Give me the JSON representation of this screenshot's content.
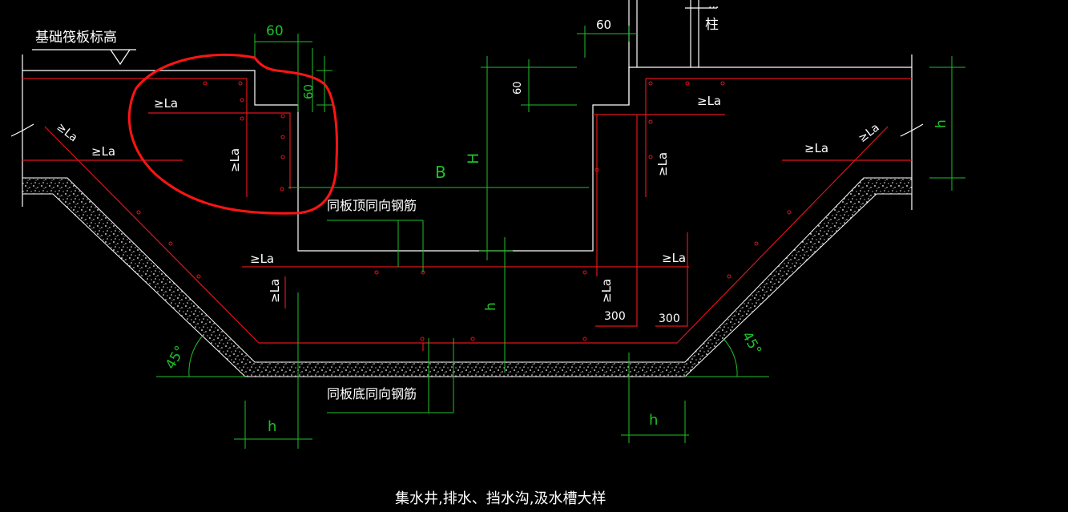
{
  "labels": {
    "raft_elevation": "基础筏板标高",
    "column": "柱",
    "column_partial": "...",
    "top_bar": "同板顶同向钢筋",
    "bottom_bar": "同板底同向钢筋",
    "title": "集水井,排水、挡水沟,汲水槽大样"
  },
  "anchor": "≥La",
  "dims": {
    "d60_a": "60",
    "d60_b": "60",
    "d60_c": "60",
    "d60_d": "60",
    "B": "B",
    "H": "H",
    "h_right": "h",
    "h_mid": "h",
    "h_left": "h",
    "h_bottom_right": "h",
    "d300_a": "300",
    "d300_b": "300",
    "angle_left": "45°",
    "angle_right": "45°"
  },
  "colors": {
    "background": "#000000",
    "concrete_line": "#ffffff",
    "rebar": "#e0141c",
    "dimension": "#1fbf2a",
    "markup": "#ff1414"
  }
}
